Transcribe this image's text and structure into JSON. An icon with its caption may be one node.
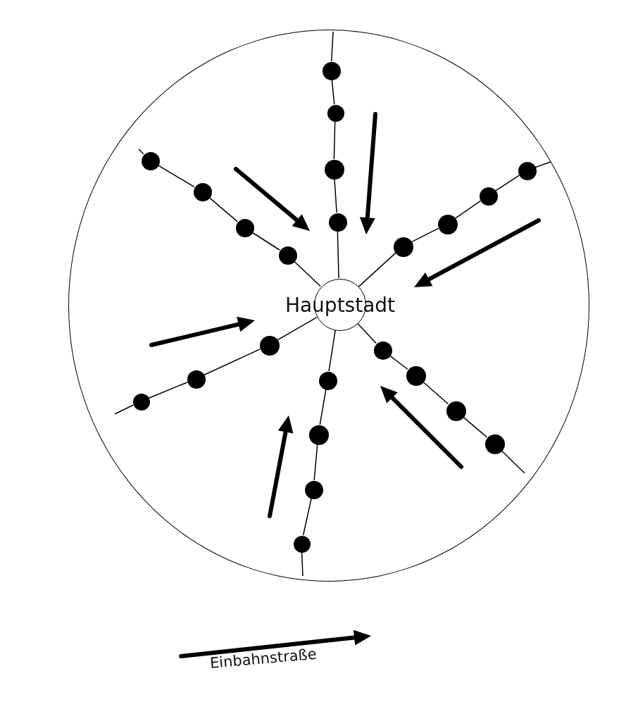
{
  "diagram": {
    "nodes": [
      {
        "text": [],
        "shape": "circle"
      },
      {
        "text": [
          "Hauptstadt"
        ],
        "in": 0
      },
      {
        "text": [],
        "shape": "circle",
        "in": 0
      },
      {
        "text": [],
        "shape": "circle",
        "in": 0
      },
      {
        "text": [],
        "shape": "circle",
        "in": 0
      },
      {
        "text": [],
        "shape": "circle",
        "in": 0
      },
      {
        "text": [],
        "shape": "circle",
        "in": 0
      },
      {
        "text": [],
        "shape": "circle",
        "in": 0
      },
      {
        "text": [],
        "shape": "circle",
        "in": 0
      },
      {
        "text": [],
        "shape": "circle",
        "in": 0
      },
      {
        "text": [],
        "shape": "circle",
        "in": 0
      },
      {
        "text": [],
        "shape": "circle",
        "in": 0
      },
      {
        "text": [],
        "shape": "circle",
        "in": 0
      },
      {
        "text": [],
        "shape": "circle",
        "in": 0
      },
      {
        "text": [],
        "shape": "circle",
        "in": 0
      },
      {
        "text": [],
        "shape": "circle",
        "in": 0
      },
      {
        "text": [],
        "shape": "circle",
        "in": 0
      },
      {
        "text": [],
        "shape": "circle",
        "in": 0
      },
      {
        "text": [],
        "shape": "circle",
        "in": 0
      },
      {
        "text": [],
        "shape": "circle",
        "in": 0
      },
      {
        "text": [],
        "shape": "circle",
        "in": 0
      },
      {
        "text": [],
        "shape": "circle",
        "in": 0
      },
      {
        "text": [],
        "shape": "circle",
        "in": 0
      },
      {
        "text": [],
        "shape": "circle",
        "in": 0
      },
      {
        "text": [],
        "shape": "circle",
        "in": 0
      }
    ],
    "edges": [
      {
        "from": 2,
        "to": 3,
        "arrow": "none"
      },
      {
        "from": 3,
        "to": 5,
        "arrow": "none"
      },
      {
        "from": 5,
        "to": 9,
        "arrow": "none"
      },
      {
        "from": 9,
        "to": 1,
        "arrow": "none"
      },
      {
        "from": 4,
        "to": 7,
        "arrow": "none"
      },
      {
        "from": 7,
        "to": 11,
        "arrow": "none"
      },
      {
        "from": 11,
        "to": 13,
        "arrow": "none"
      },
      {
        "from": 13,
        "to": 1,
        "arrow": "none"
      },
      {
        "from": 6,
        "to": 8,
        "arrow": "none"
      },
      {
        "from": 8,
        "to": 10,
        "arrow": "none"
      },
      {
        "from": 10,
        "to": 12,
        "arrow": "none"
      },
      {
        "from": 12,
        "to": 1,
        "arrow": "none"
      },
      {
        "from": 19,
        "to": 17,
        "arrow": "none"
      },
      {
        "from": 17,
        "to": 14,
        "arrow": "none"
      },
      {
        "from": 14,
        "to": 1,
        "arrow": "none"
      },
      {
        "from": 24,
        "to": 23,
        "arrow": "none"
      },
      {
        "from": 23,
        "to": 21,
        "arrow": "none"
      },
      {
        "from": 21,
        "to": 18,
        "arrow": "none"
      },
      {
        "from": 18,
        "to": 1,
        "arrow": "none"
      },
      {
        "from": 22,
        "to": 20,
        "arrow": "none"
      },
      {
        "from": 20,
        "to": 16,
        "arrow": "none"
      },
      {
        "from": 16,
        "to": 15,
        "arrow": "none"
      },
      {
        "from": 15,
        "to": 1,
        "arrow": "none"
      }
    ],
    "legend": [
      {
        "text": "Einbahnstraße"
      }
    ]
  }
}
